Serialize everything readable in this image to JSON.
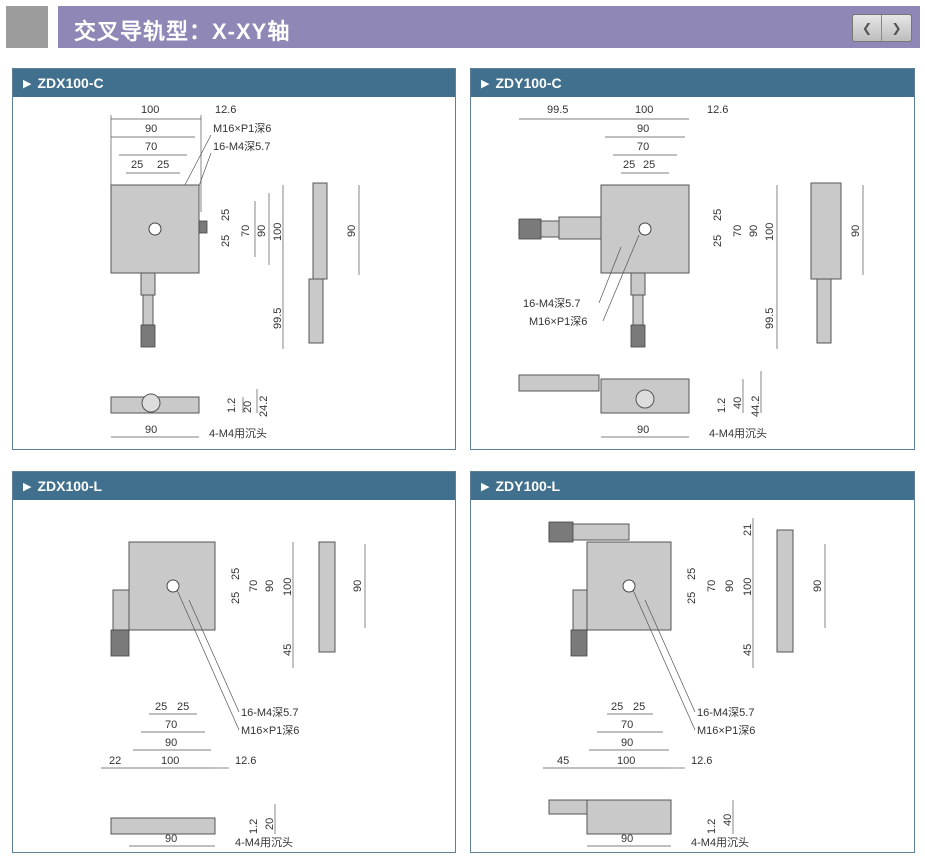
{
  "header": {
    "title": "交叉导轨型：X-XY轴",
    "nav_prev_icon": "chevron-left-icon",
    "nav_next_icon": "chevron-right-icon"
  },
  "panels": [
    {
      "title": "ZDX100-C",
      "top_dims": [
        "100",
        "90",
        "70",
        "25",
        "25",
        "12.6"
      ],
      "notes": [
        "M16×P1深6",
        "16-M4深5.7"
      ],
      "side_dims": [
        "25",
        "25",
        "70",
        "90",
        "100",
        "99.5"
      ],
      "end_dim": "90",
      "bottom_dims": [
        "1.2",
        "20",
        "24.2"
      ],
      "bottom_width": "90",
      "bottom_note": "4-M4用沉头"
    },
    {
      "title": "ZDY100-C",
      "top_dims": [
        "99.5",
        "100",
        "90",
        "70",
        "25",
        "25",
        "12.6"
      ],
      "notes": [
        "16-M4深5.7",
        "M16×P1深6"
      ],
      "side_dims": [
        "25",
        "25",
        "70",
        "90",
        "100",
        "99.5"
      ],
      "end_dim": "90",
      "bottom_dims": [
        "1.2",
        "40",
        "44.2"
      ],
      "bottom_width": "90",
      "bottom_note": "4-M4用沉头"
    },
    {
      "title": "ZDX100-L",
      "side_dims": [
        "25",
        "25",
        "70",
        "90",
        "100",
        "45"
      ],
      "end_dim": "90",
      "notes": [
        "16-M4深5.7",
        "M16×P1深6"
      ],
      "lower_dims": [
        "25",
        "25",
        "70",
        "90",
        "22",
        "100",
        "12.6"
      ],
      "bottom_dims": [
        "1.2",
        "20"
      ],
      "bottom_width": "90",
      "bottom_note": "4-M4用沉头"
    },
    {
      "title": "ZDY100-L",
      "side_dims": [
        "21",
        "25",
        "25",
        "70",
        "90",
        "100",
        "45"
      ],
      "end_dim": "90",
      "notes": [
        "16-M4深5.7",
        "M16×P1深6"
      ],
      "lower_dims": [
        "25",
        "25",
        "70",
        "90",
        "45",
        "100",
        "12.6"
      ],
      "bottom_dims": [
        "1.2",
        "40"
      ],
      "bottom_width": "90",
      "bottom_note": "4-M4用沉头"
    }
  ]
}
